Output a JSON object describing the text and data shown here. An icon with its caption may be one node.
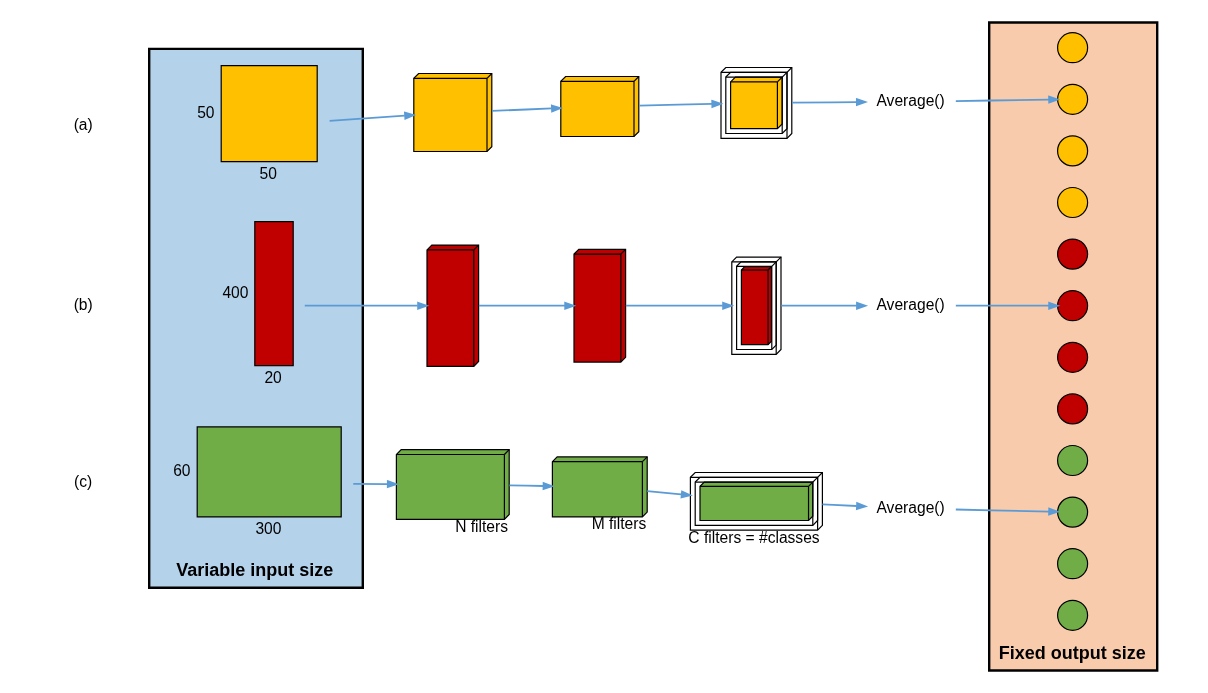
{
  "diagram": {
    "nodes": [
      {
        "text": [
          "Variable input size"
        ]
      },
      {
        "text": [],
        "shape": "box",
        "in": 0,
        "beside": [
          "50",
          "50"
        ]
      },
      {
        "text": [],
        "shape": "box",
        "in": 0,
        "beside": [
          "400",
          "20"
        ]
      },
      {
        "text": [],
        "shape": "box",
        "in": 0,
        "beside": [
          "60",
          "300"
        ]
      },
      {
        "text": [],
        "shape": "cube"
      },
      {
        "text": [],
        "shape": "cube"
      },
      {
        "text": [],
        "shape": "stack"
      },
      {
        "text": [
          "Average()"
        ]
      },
      {
        "text": [],
        "shape": "cube"
      },
      {
        "text": [],
        "shape": "cube"
      },
      {
        "text": [],
        "shape": "stack"
      },
      {
        "text": [
          "Average()"
        ]
      },
      {
        "text": [],
        "shape": "cube",
        "beside": [
          "N filters"
        ]
      },
      {
        "text": [],
        "shape": "cube",
        "beside": [
          "M filters"
        ]
      },
      {
        "text": [],
        "shape": "stack",
        "beside": [
          "C filters = #classes"
        ]
      },
      {
        "text": [
          "Average()"
        ]
      },
      {
        "text": [
          "Fixed output size"
        ]
      },
      {
        "text": [],
        "shape": "circle",
        "in": 16
      },
      {
        "text": [],
        "shape": "circle",
        "in": 16
      },
      {
        "text": [],
        "shape": "circle",
        "in": 16
      },
      {
        "text": [],
        "shape": "circle",
        "in": 16
      },
      {
        "text": [],
        "shape": "circle",
        "in": 16
      },
      {
        "text": [],
        "shape": "circle",
        "in": 16
      },
      {
        "text": [],
        "shape": "circle",
        "in": 16
      },
      {
        "text": [],
        "shape": "circle",
        "in": 16
      },
      {
        "text": [],
        "shape": "circle",
        "in": 16
      },
      {
        "text": [],
        "shape": "circle",
        "in": 16
      },
      {
        "text": [],
        "shape": "circle",
        "in": 16
      },
      {
        "text": [],
        "shape": "circle",
        "in": 16
      }
    ],
    "edges": [
      {
        "from": 1,
        "to": 4,
        "arrow": "to"
      },
      {
        "from": 4,
        "to": 5,
        "arrow": "to"
      },
      {
        "from": 5,
        "to": 6,
        "arrow": "to"
      },
      {
        "from": 6,
        "to": 7,
        "arrow": "to"
      },
      {
        "from": 7,
        "to": 18,
        "arrow": "to"
      },
      {
        "from": 2,
        "to": 8,
        "arrow": "to"
      },
      {
        "from": 8,
        "to": 9,
        "arrow": "to"
      },
      {
        "from": 9,
        "to": 10,
        "arrow": "to"
      },
      {
        "from": 10,
        "to": 11,
        "arrow": "to"
      },
      {
        "from": 11,
        "to": 22,
        "arrow": "to"
      },
      {
        "from": 3,
        "to": 12,
        "arrow": "to"
      },
      {
        "from": 12,
        "to": 13,
        "arrow": "to"
      },
      {
        "from": 13,
        "to": 14,
        "arrow": "to"
      },
      {
        "from": 14,
        "to": 15,
        "arrow": "to"
      },
      {
        "from": 15,
        "to": 26,
        "arrow": "to"
      }
    ],
    "labels": [
      "(a)",
      "(b)",
      "(c)"
    ]
  }
}
